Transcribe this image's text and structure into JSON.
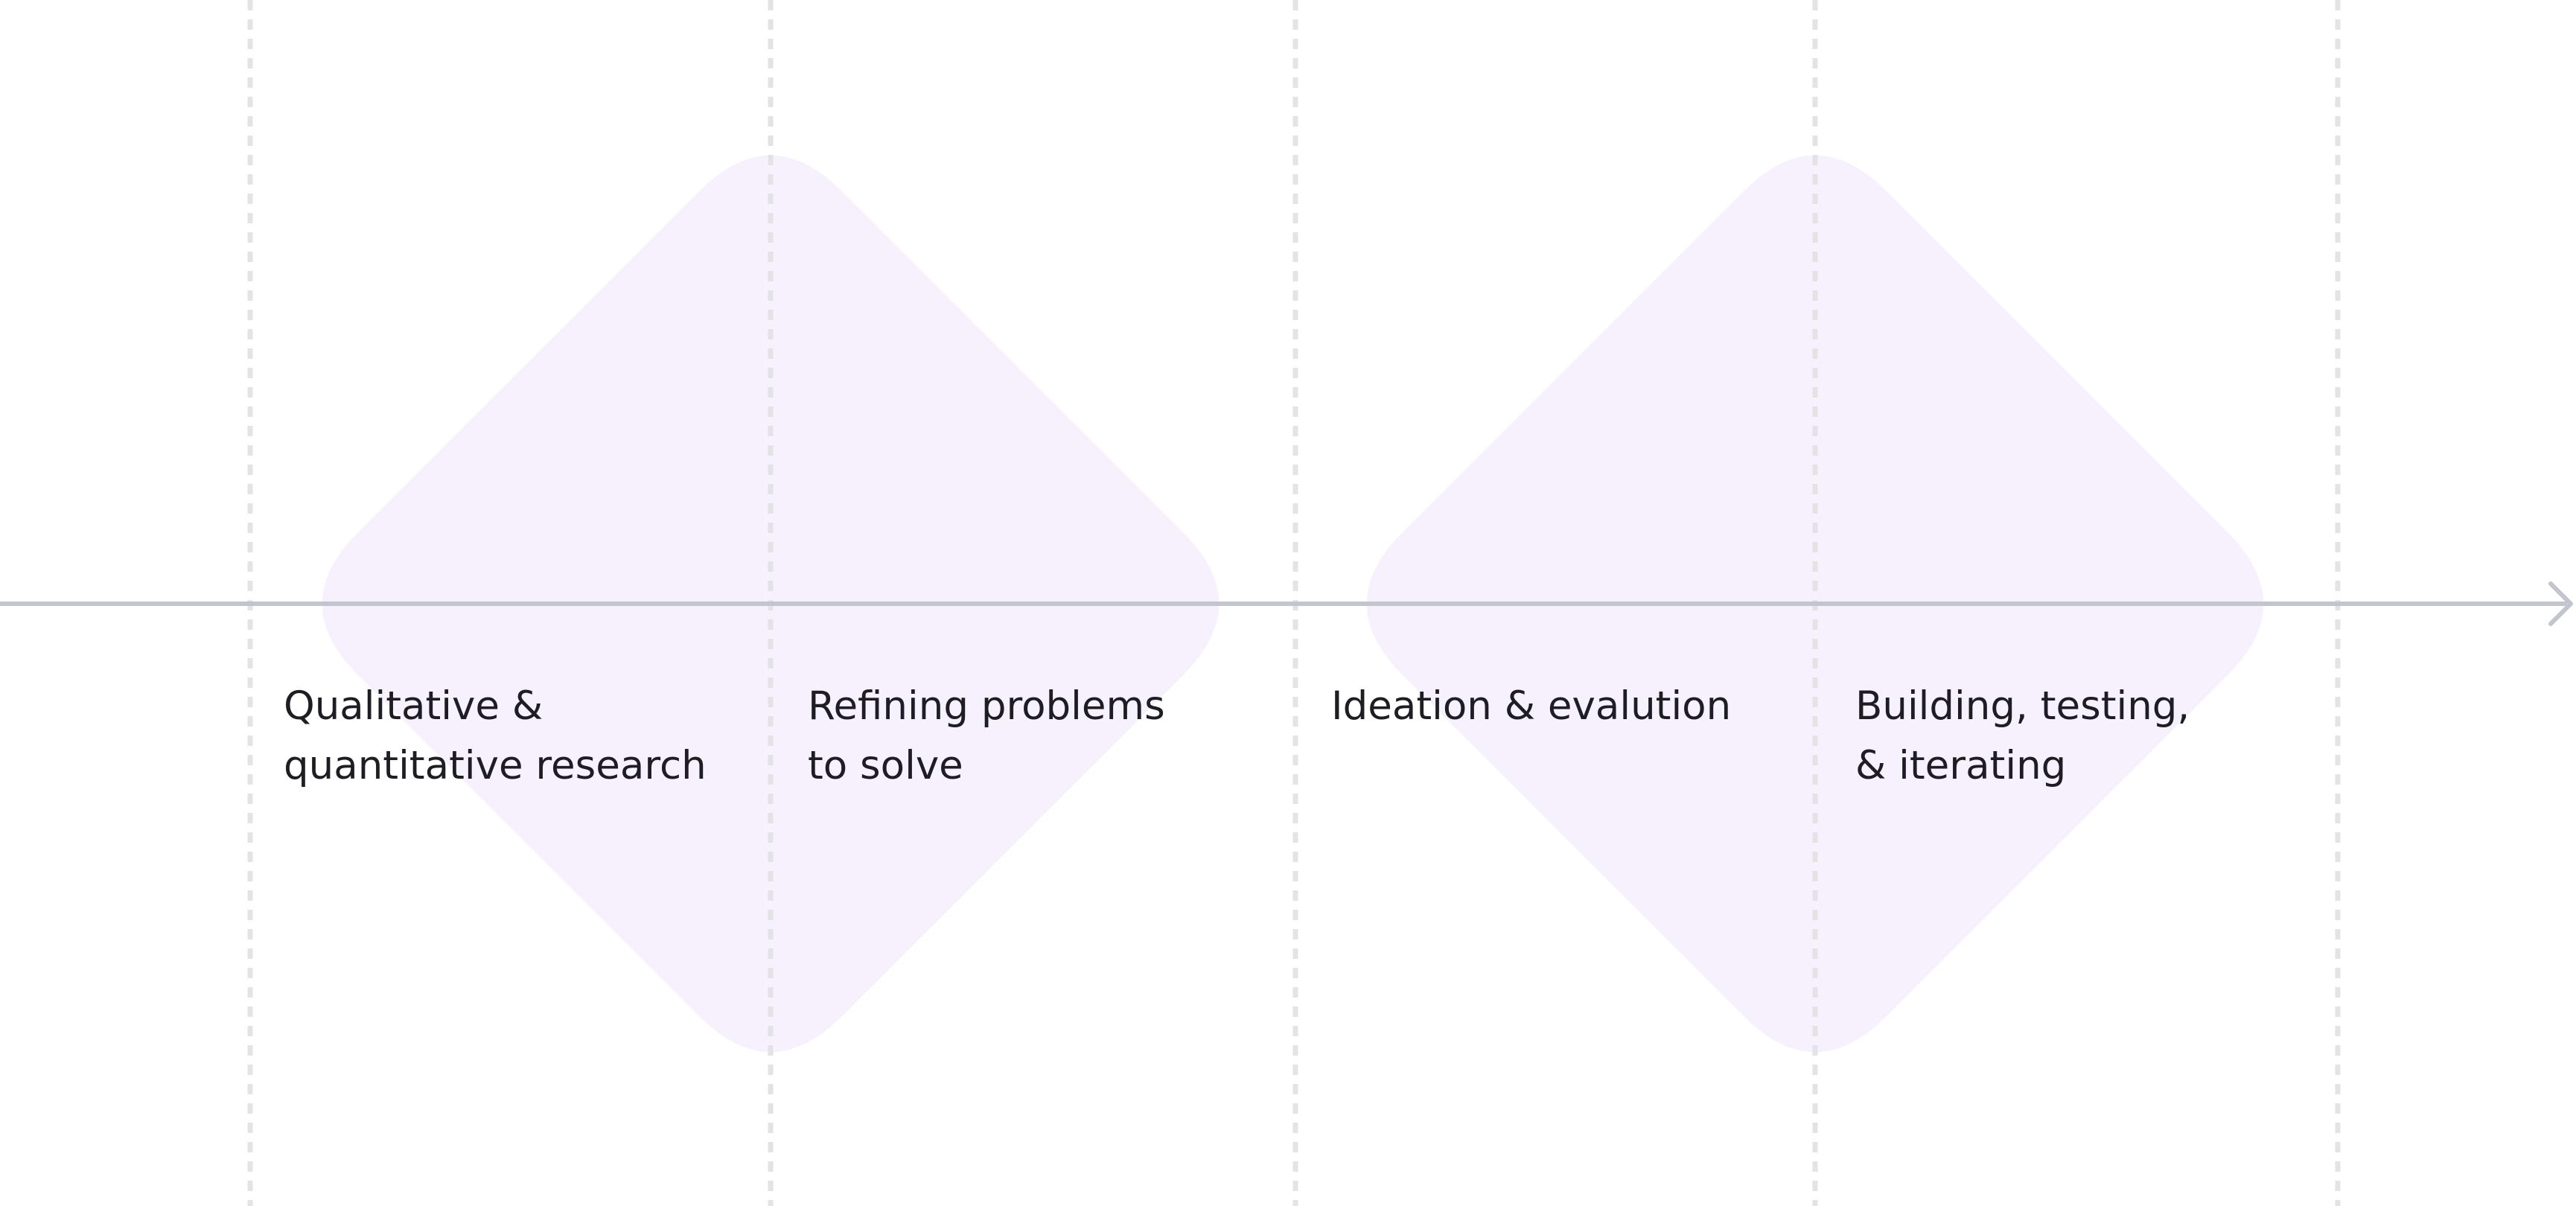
{
  "diagram": {
    "type": "double-diamond",
    "colors": {
      "diamond_fill": "#f6f1fd",
      "divider": "#e3e3e6",
      "axis": "#c2c5cd",
      "label_text": "#1d1d23",
      "background": "#ffffff"
    },
    "diamonds": [
      {
        "name": "first-diamond"
      },
      {
        "name": "second-diamond"
      }
    ],
    "phases": [
      {
        "lines": [
          "Qualitative &",
          "quantitative research"
        ]
      },
      {
        "lines": [
          "Refining problems",
          "to solve"
        ]
      },
      {
        "lines": [
          "Ideation & evalution"
        ]
      },
      {
        "lines": [
          "Building, testing,",
          "& iterating"
        ]
      }
    ],
    "axis_arrow": {
      "direction": "right"
    }
  }
}
